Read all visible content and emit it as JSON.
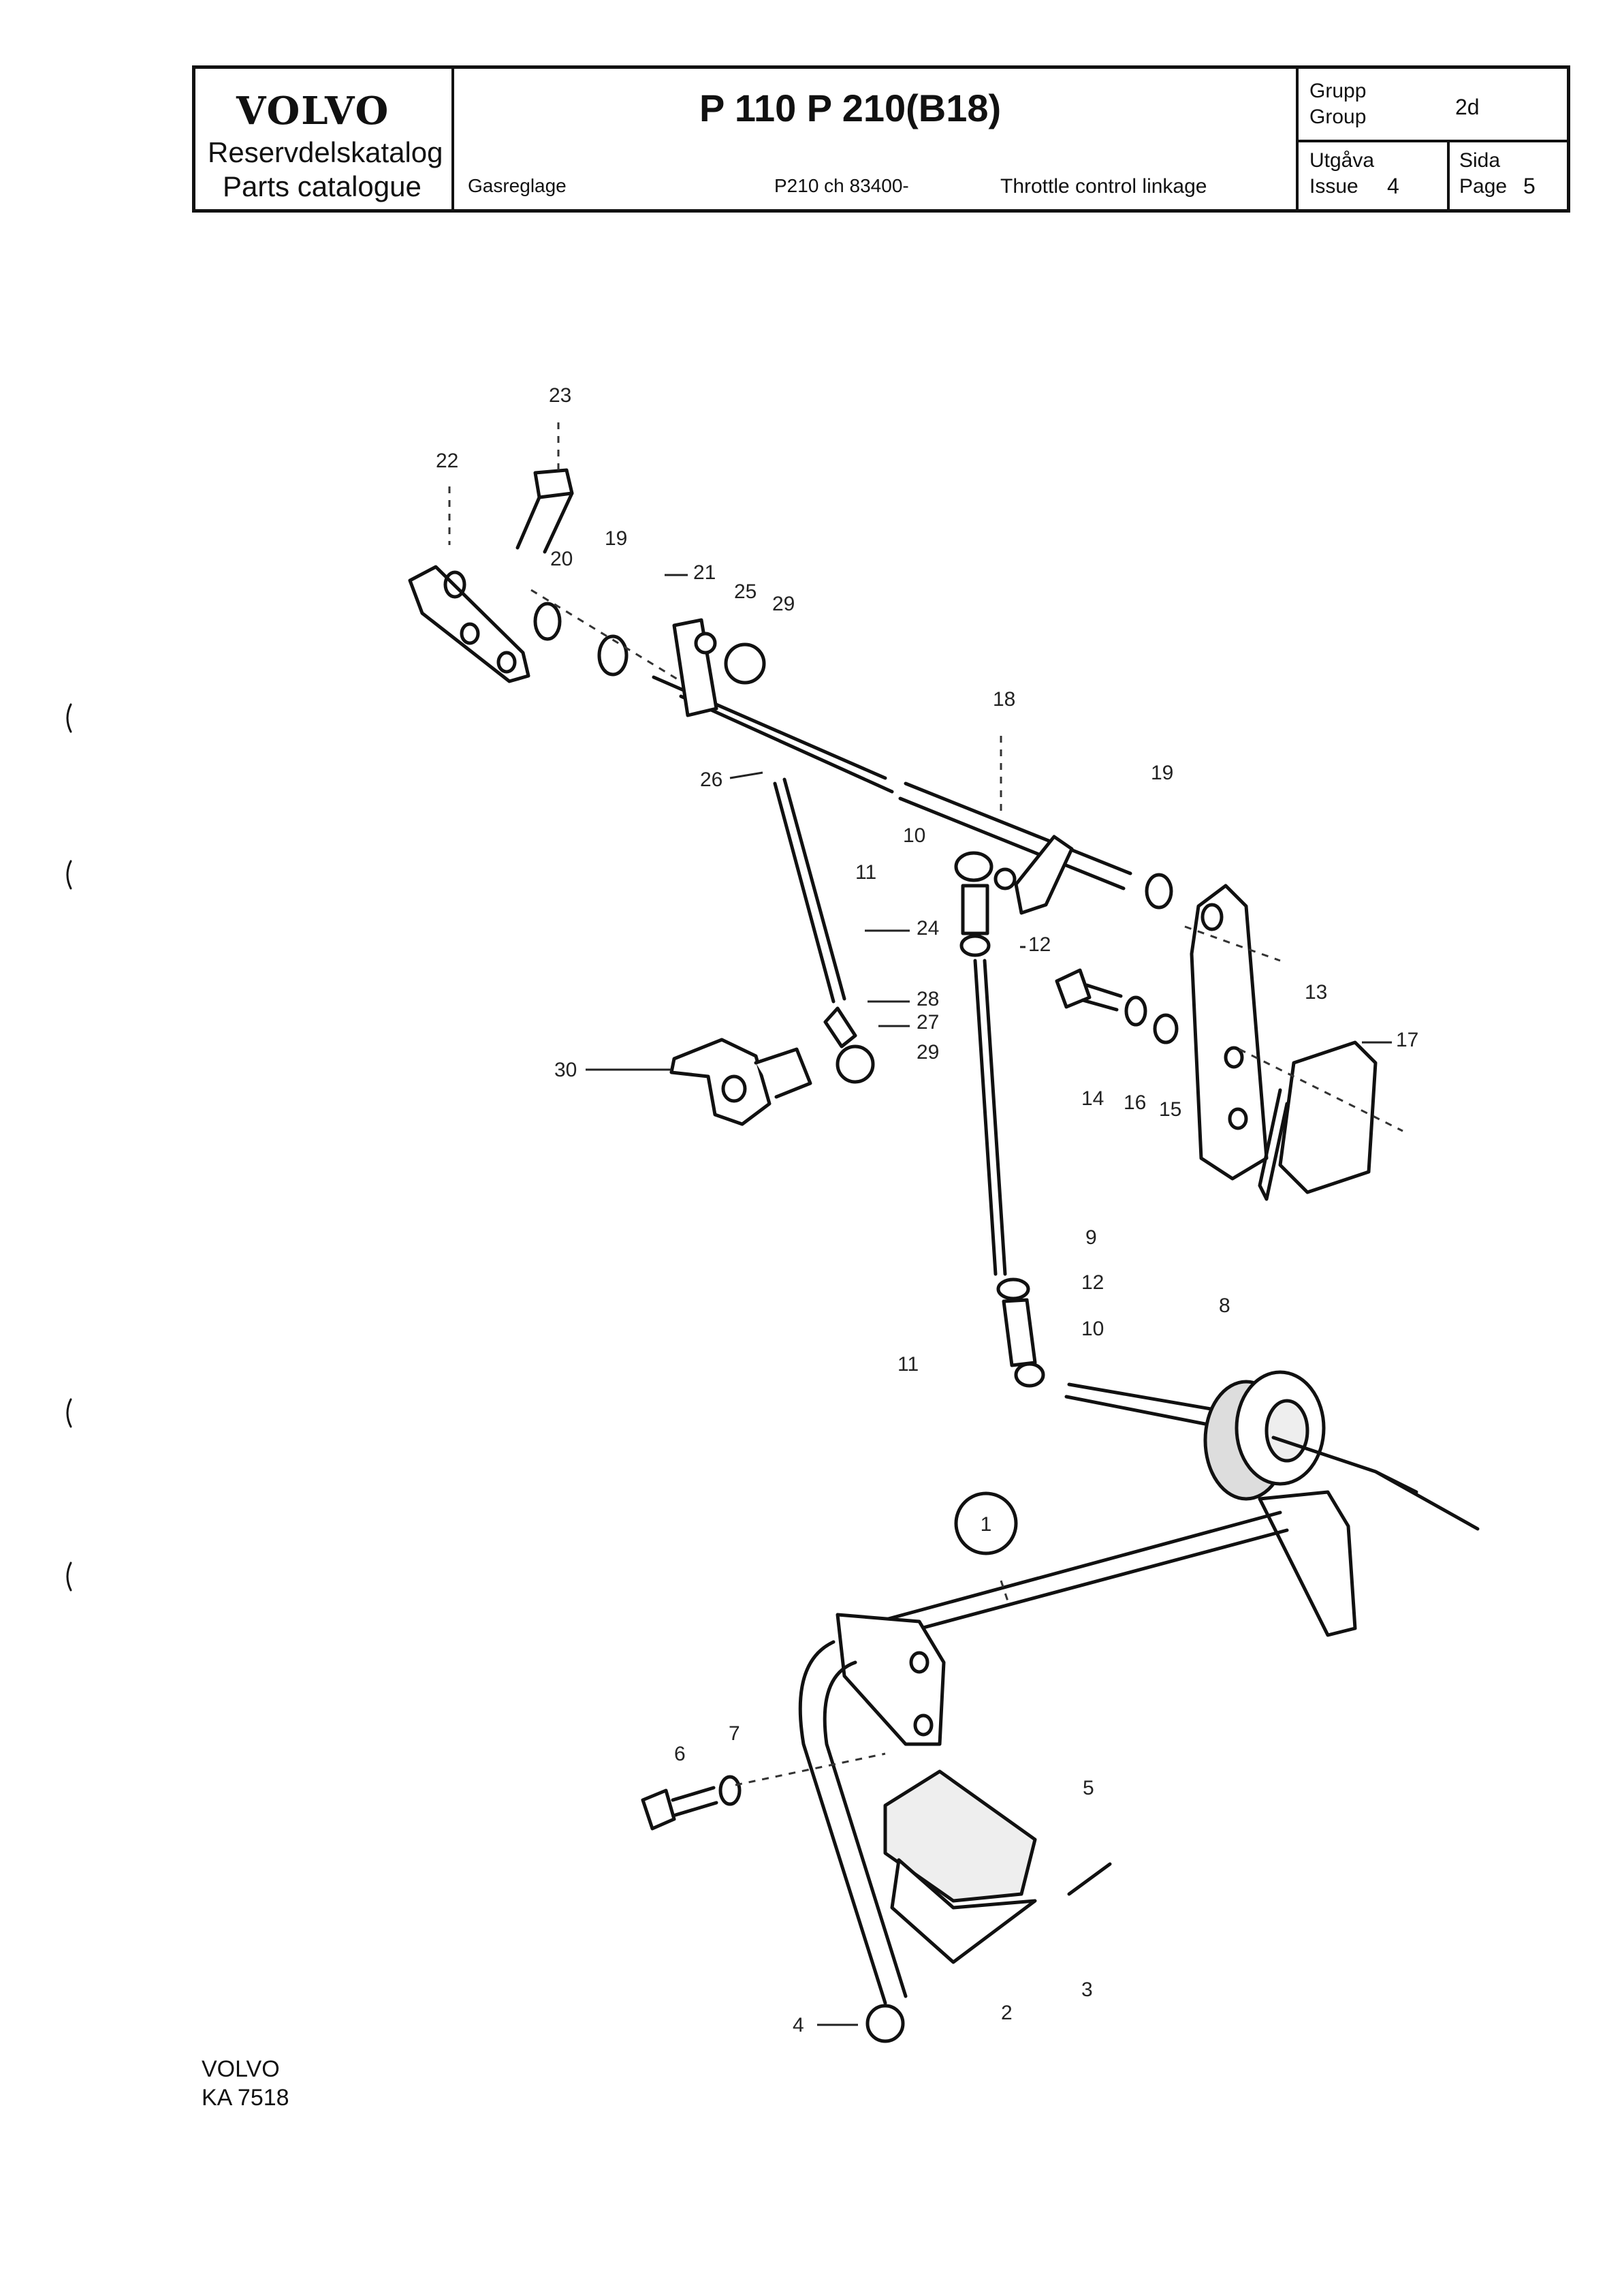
{
  "header": {
    "brand": "VOLVO",
    "catalog_sv": "Reservdelskatalog",
    "catalog_en": "Parts catalogue",
    "models": "P 110  P 210(B18)",
    "section_sv": "Gasreglage",
    "chassis_range": "P210 ch 83400-",
    "section_en": "Throttle control linkage",
    "group_label_sv": "Grupp",
    "group_label_en": "Group",
    "group_value": "2d",
    "issue_label_sv": "Utgåva",
    "issue_label_en": "Issue",
    "issue_value": "4",
    "page_label_sv": "Sida",
    "page_label_en": "Page",
    "page_value": "5"
  },
  "callouts": {
    "c1": "1",
    "c2": "2",
    "c3": "3",
    "c4": "4",
    "c5": "5",
    "c6": "6",
    "c7": "7",
    "c8": "8",
    "c9": "9",
    "c10a": "10",
    "c10b": "10",
    "c11a": "11",
    "c11b": "11",
    "c12a": "12",
    "c12b": "12",
    "c13": "13",
    "c14": "14",
    "c15": "15",
    "c16": "16",
    "c17": "17",
    "c18": "18",
    "c19a": "19",
    "c19b": "19",
    "c20": "20",
    "c21": "21",
    "c22": "22",
    "c23": "23",
    "c24": "24",
    "c25": "25",
    "c26": "26",
    "c27": "27",
    "c28": "28",
    "c29a": "29",
    "c29b": "29",
    "c30": "30"
  },
  "footer": {
    "brand": "VOLVO",
    "code": "KA 7518"
  }
}
